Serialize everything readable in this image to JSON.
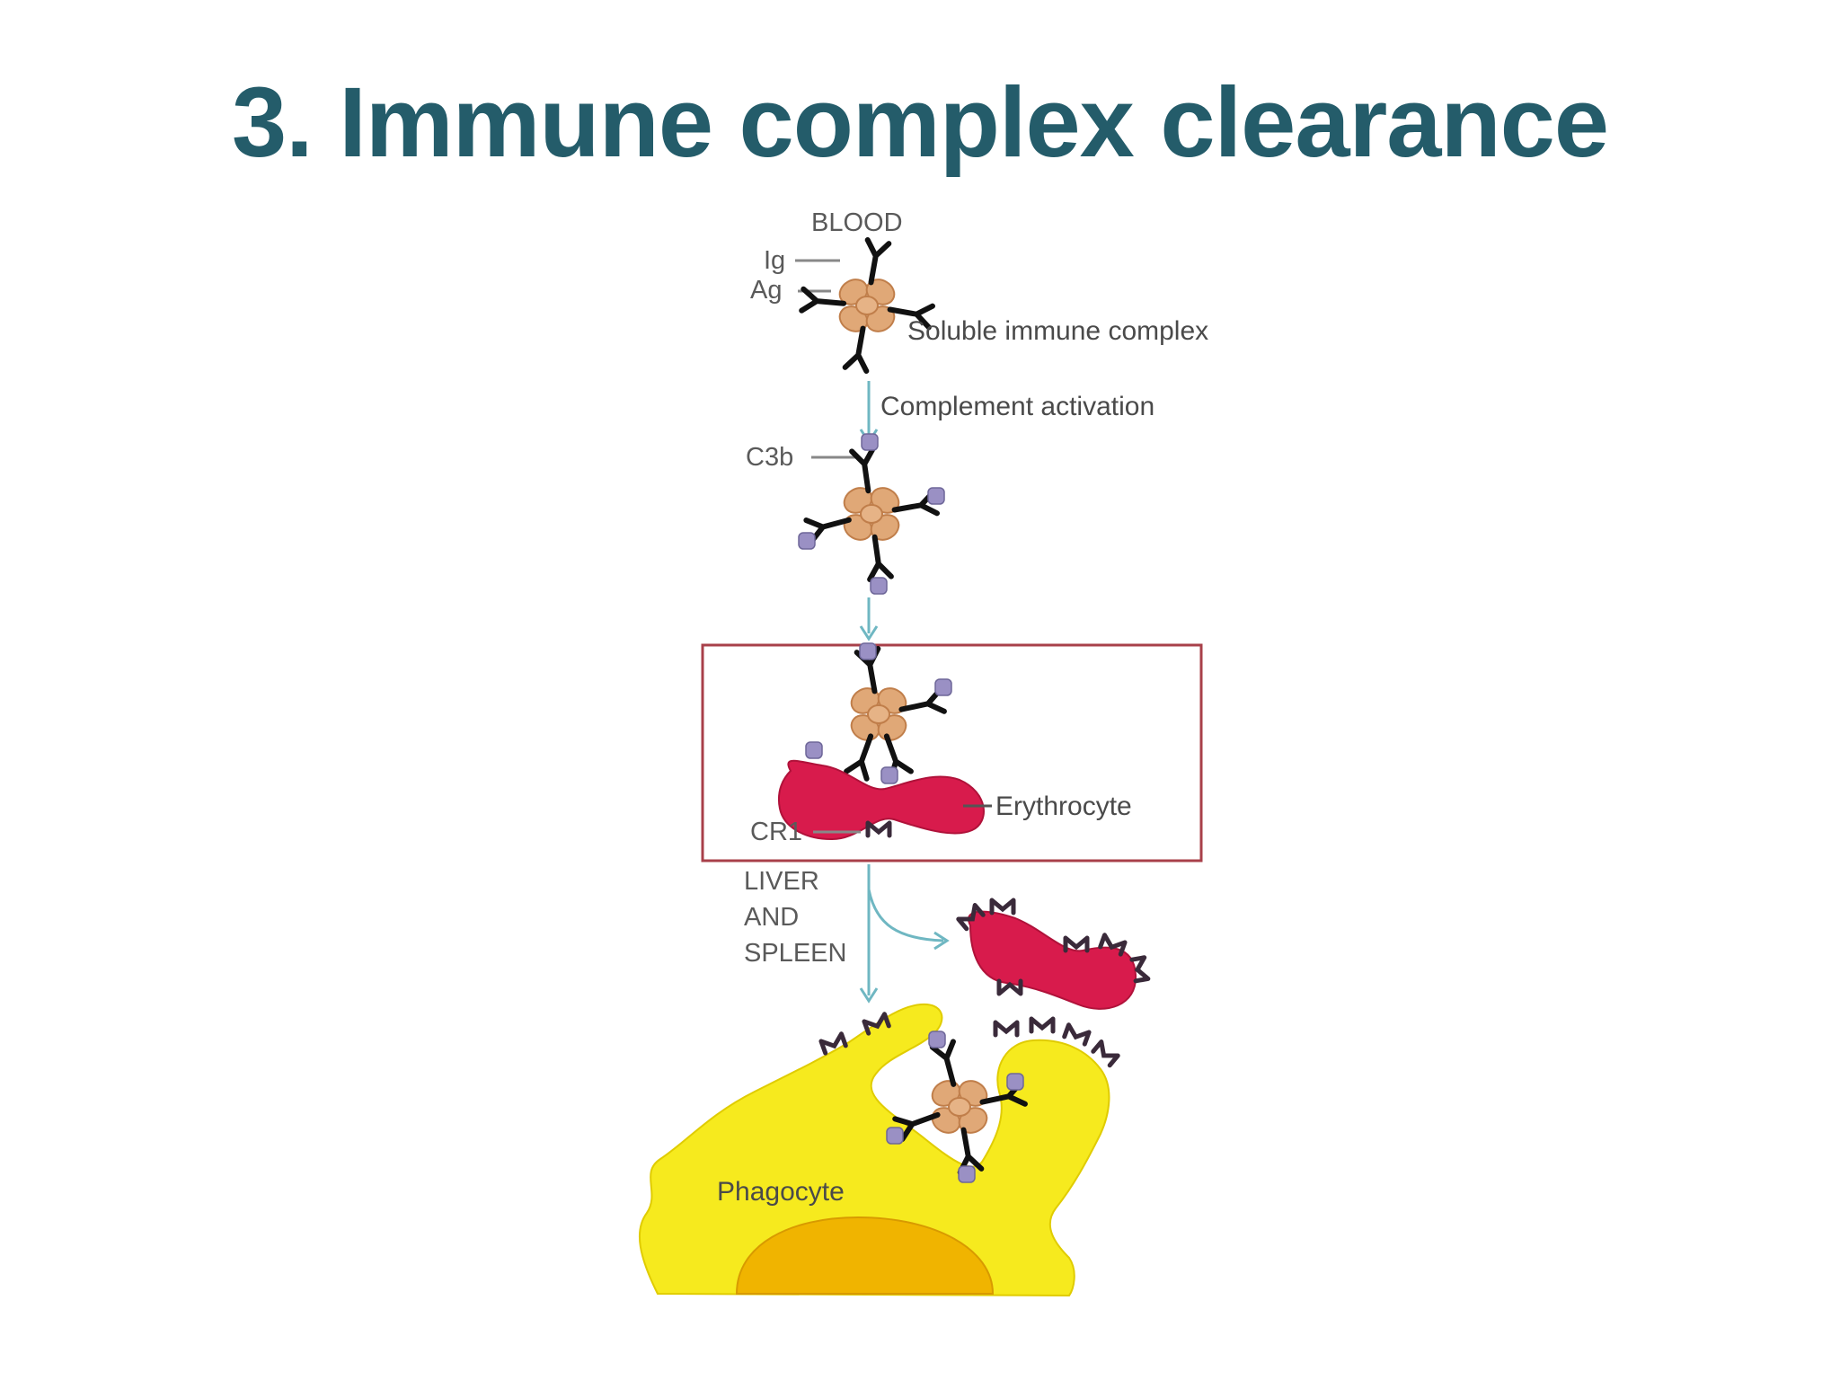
{
  "title": "3. Immune complex clearance",
  "diagram": {
    "labels": {
      "blood": "BLOOD",
      "ig": "Ig",
      "ag": "Ag",
      "soluble_complex": "Soluble immune complex",
      "complement_activation": "Complement activation",
      "c3b": "C3b",
      "erythrocyte": "Erythrocyte",
      "cr1": "CR1",
      "liver": "LIVER",
      "and": "AND",
      "spleen": "SPLEEN",
      "phagocyte": "Phagocyte"
    },
    "colors": {
      "title": "#245C6A",
      "arrow": "#6FB7C2",
      "antigen": "#E0A877",
      "antibody": "#111111",
      "c3b": "#9A90C4",
      "erythrocyte": "#D81B4C",
      "box": "#A8404A",
      "phagocyte": "#F6EA1E",
      "nucleus": "#F0B400"
    }
  }
}
